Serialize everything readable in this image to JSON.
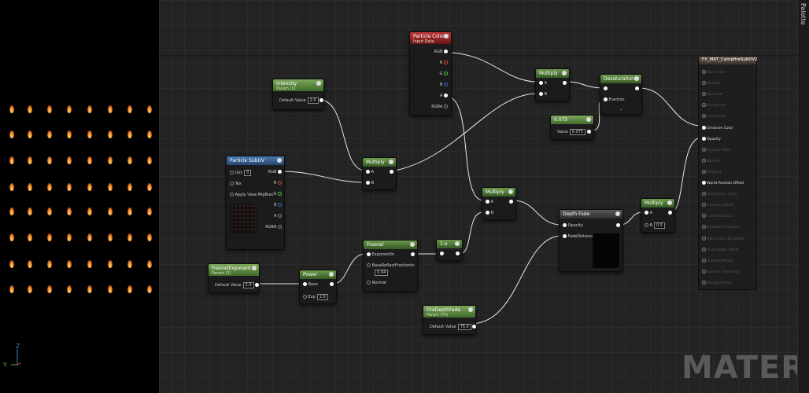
{
  "preview": {
    "axis_z": "Z",
    "axis_y": "Y"
  },
  "palette": {
    "label": "Palette"
  },
  "watermark": "MATERIAL",
  "nodes": {
    "particle_color": {
      "title": "Particle Color",
      "subtitle": "Input Data",
      "pins": [
        "RGB",
        "R",
        "G",
        "B",
        "A",
        "RGBA"
      ]
    },
    "intensity": {
      "title": "Intensity",
      "subtitle": "Param (1)",
      "default_label": "Default Value",
      "default_value": "2.0"
    },
    "particle_subuv": {
      "title": "Particle SubUV",
      "uvs_label": "UVs",
      "uvs_value": "0",
      "tex_label": "Tex",
      "apply_label": "Apply View MipBias",
      "pins": [
        "RGB",
        "R",
        "G",
        "B",
        "A",
        "RGBA"
      ]
    },
    "multiply1": {
      "title": "Multiply",
      "a": "A",
      "b": "B"
    },
    "multiply2": {
      "title": "Multiply",
      "a": "A",
      "b": "B"
    },
    "multiply3": {
      "title": "Multiply",
      "a": "A",
      "b": "B"
    },
    "multiply4": {
      "title": "Multiply",
      "a": "A",
      "b": "B",
      "b_value": "0.5"
    },
    "desaturation": {
      "title": "Desaturation",
      "fraction": "Fraction"
    },
    "const075": {
      "title": "0.075",
      "value_label": "Value",
      "value": "0.075"
    },
    "fresnel_exponent": {
      "title": "FresnelExponent",
      "subtitle": "Param (2)",
      "default_label": "Default Value",
      "default_value": "2.0"
    },
    "power": {
      "title": "Power",
      "base": "Base",
      "exp": "Exp",
      "exp_value": "2.0"
    },
    "fresnel": {
      "title": "Fresnel",
      "exponent_in": "ExponentIn",
      "base_reflect": "BaseReflectFractionIn",
      "base_reflect_value": "0.04",
      "normal": "Normal"
    },
    "one_minus": {
      "title": "1-x"
    },
    "depth_fade": {
      "title": "Depth Fade",
      "opacity": "Opacity",
      "fade_distance": "FadeDistance"
    },
    "fire_depth_fade": {
      "title": "FireDepthFade",
      "subtitle": "Param (75)",
      "default_label": "Default Value",
      "default_value": "75.0"
    },
    "material": {
      "title": "FX_MAT_CampfireSubUV2",
      "inputs": [
        "Base Color",
        "Metallic",
        "Specular",
        "Roughness",
        "Anisotropy",
        "Emissive Color",
        "Opacity",
        "Opacity Mask",
        "Normal",
        "Tangent",
        "World Position Offset",
        "Subsurface Color",
        "Custom Data 0",
        "Custom Data 1",
        "Ambient Occlusion",
        "Refraction (Disabled)",
        "Pixel Depth Offset",
        "Shading Model",
        "Surface Thickness",
        "Displacement"
      ]
    }
  },
  "colors": {
    "param_header": "#5a8a3e",
    "input_header": "#b03030",
    "subuv_header": "#3a6aa0",
    "graph_bg": "#232323"
  }
}
